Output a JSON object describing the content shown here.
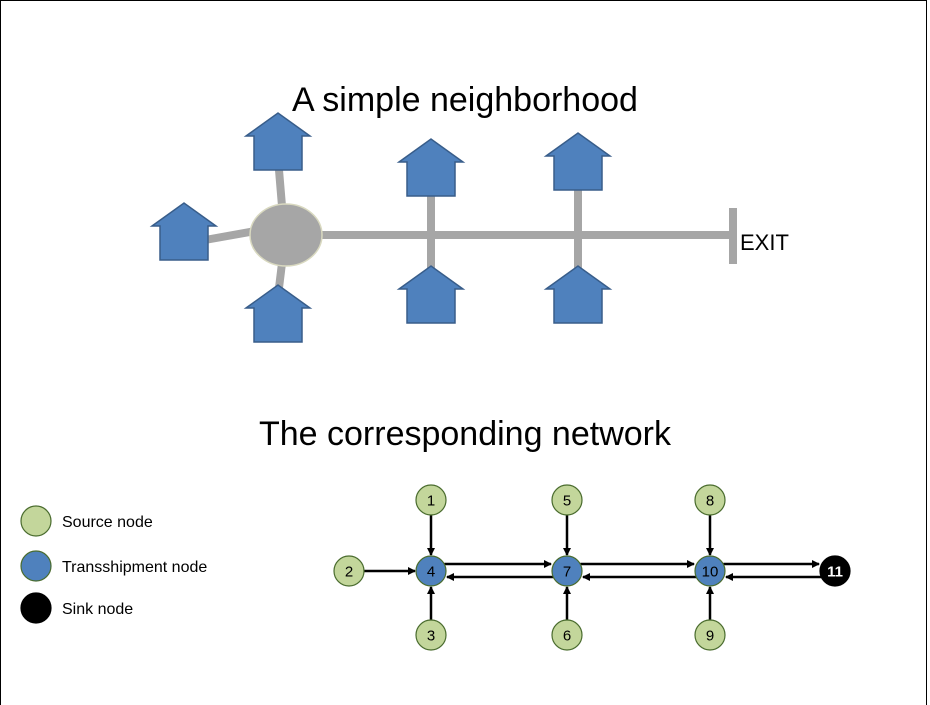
{
  "top_title": "A simple neighborhood",
  "bottom_title": "The corresponding network",
  "exit_label": "EXIT",
  "colors": {
    "house_fill": "#4f81bd",
    "house_stroke": "#385d8a",
    "road": "#a6a6a6",
    "source": "#c3d69b",
    "transshipment": "#4f81bd",
    "sink": "#000000",
    "node_stroke": "#4a6c2e"
  },
  "legend": [
    {
      "label": "Source node",
      "type": "source"
    },
    {
      "label": "Transshipment node",
      "type": "transshipment"
    },
    {
      "label": "Sink node",
      "type": "sink"
    }
  ],
  "nodes": [
    {
      "id": "1",
      "type": "source"
    },
    {
      "id": "2",
      "type": "source"
    },
    {
      "id": "3",
      "type": "source"
    },
    {
      "id": "4",
      "type": "transshipment"
    },
    {
      "id": "5",
      "type": "source"
    },
    {
      "id": "6",
      "type": "source"
    },
    {
      "id": "7",
      "type": "transshipment"
    },
    {
      "id": "8",
      "type": "source"
    },
    {
      "id": "9",
      "type": "source"
    },
    {
      "id": "10",
      "type": "transshipment"
    },
    {
      "id": "11",
      "type": "sink"
    }
  ],
  "edges": [
    {
      "from": "1",
      "to": "4"
    },
    {
      "from": "2",
      "to": "4"
    },
    {
      "from": "3",
      "to": "4"
    },
    {
      "from": "4",
      "to": "7"
    },
    {
      "from": "7",
      "to": "4"
    },
    {
      "from": "5",
      "to": "7"
    },
    {
      "from": "6",
      "to": "7"
    },
    {
      "from": "7",
      "to": "10"
    },
    {
      "from": "10",
      "to": "7"
    },
    {
      "from": "8",
      "to": "10"
    },
    {
      "from": "9",
      "to": "10"
    },
    {
      "from": "10",
      "to": "11"
    },
    {
      "from": "11",
      "to": "10"
    }
  ]
}
